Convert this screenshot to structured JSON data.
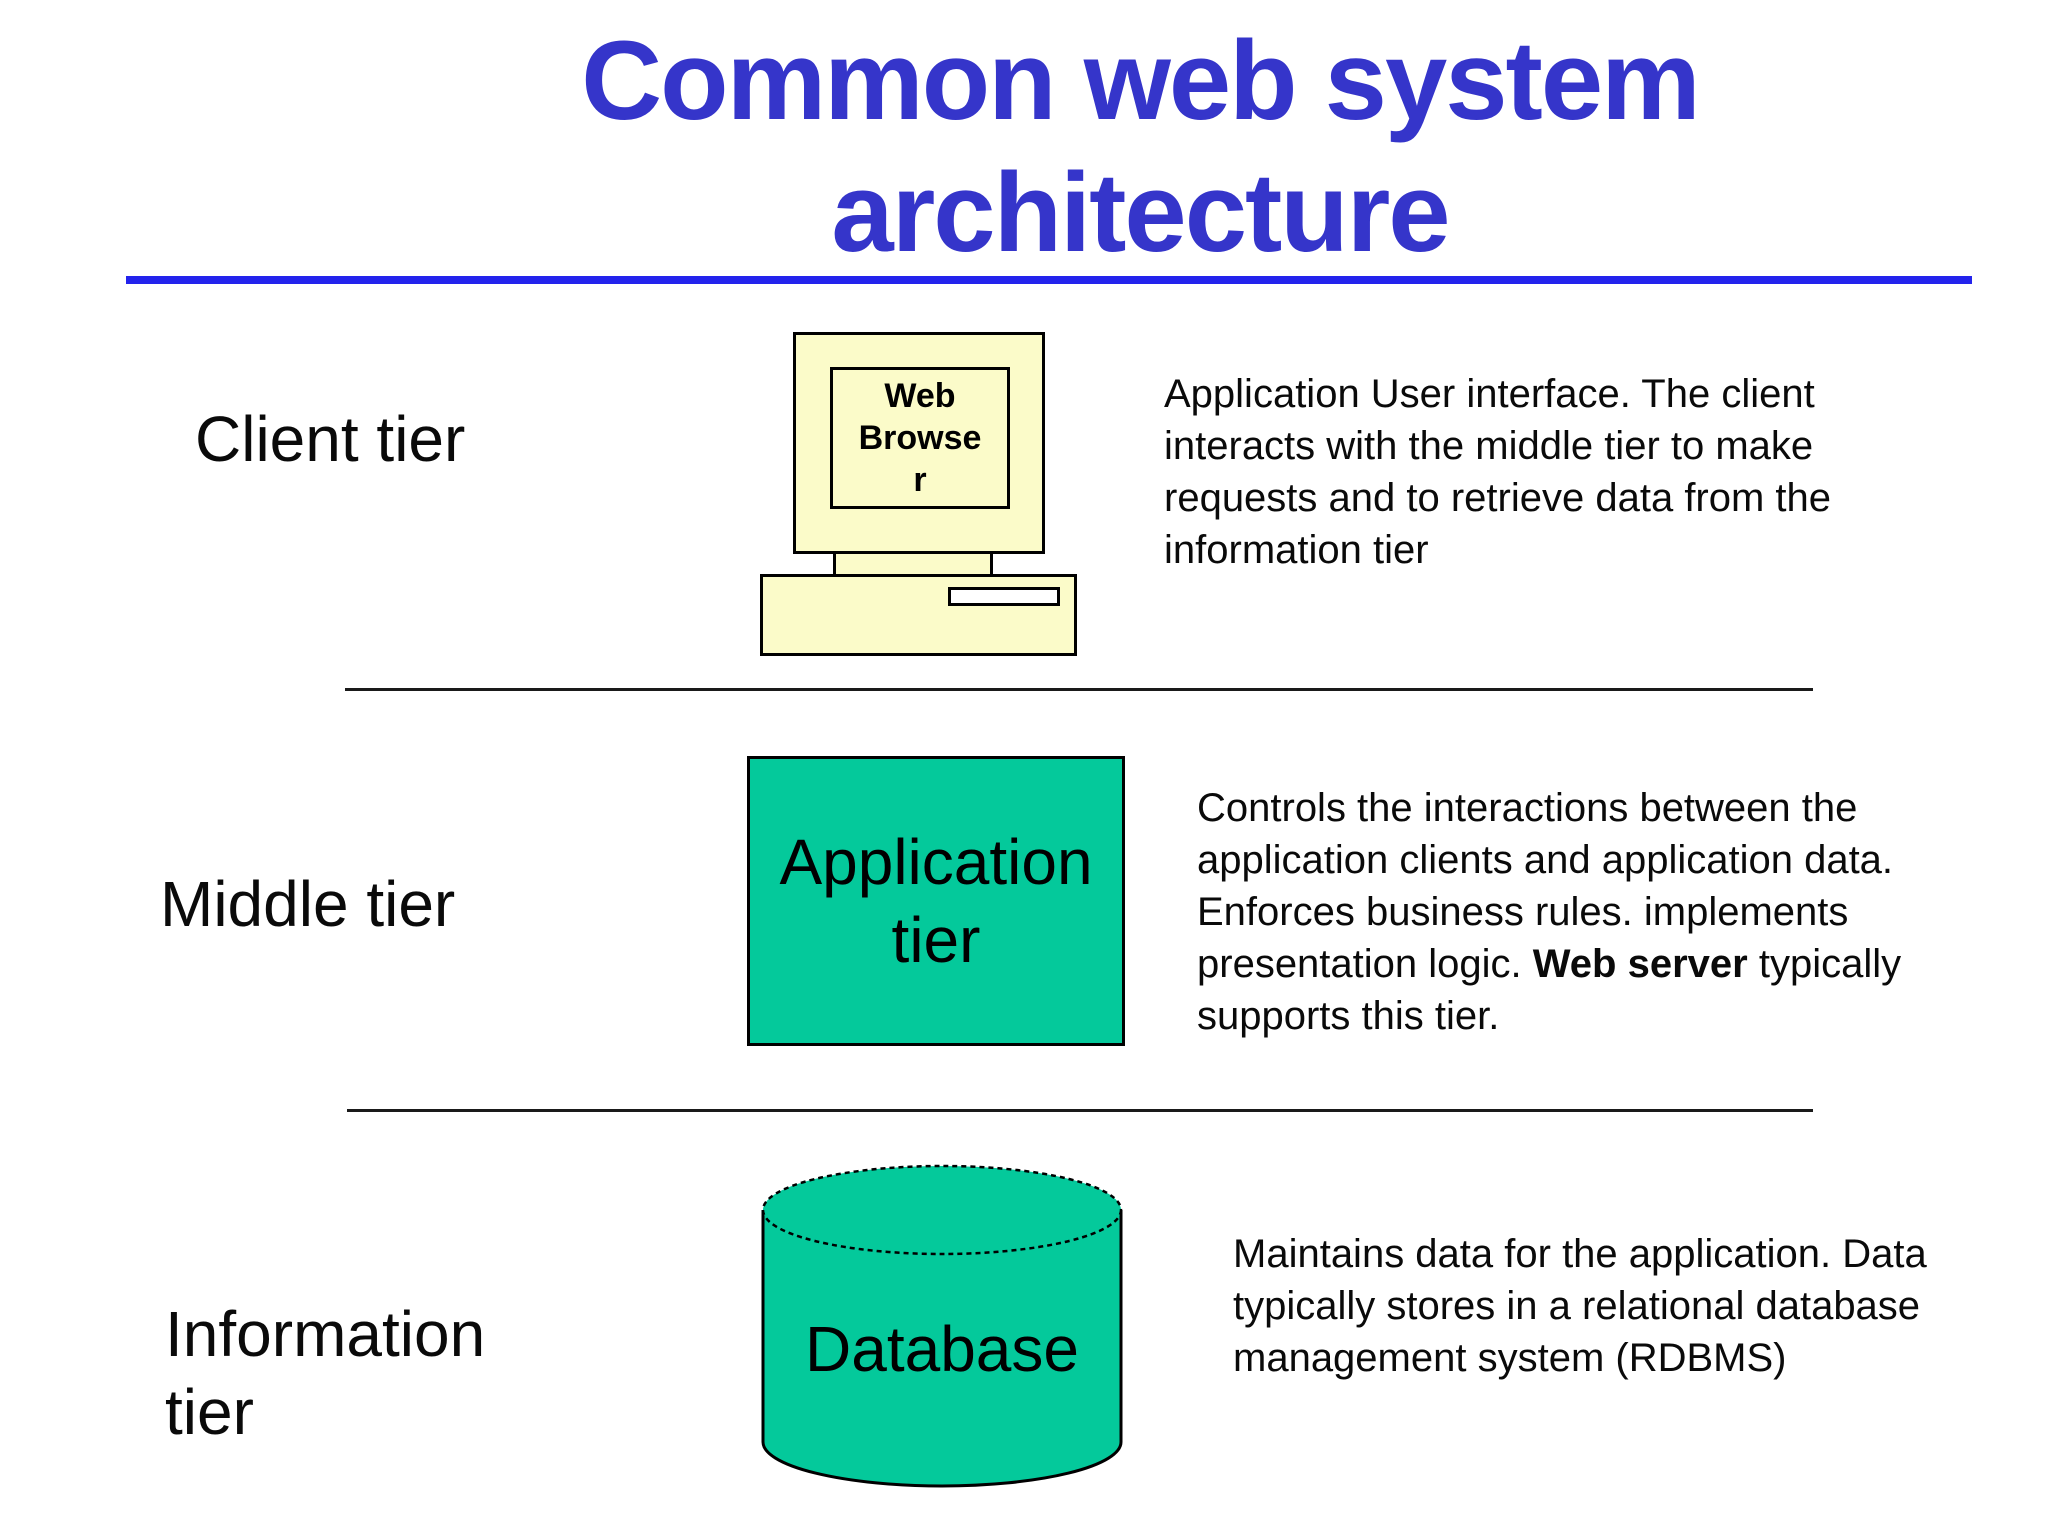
{
  "title": {
    "line1": "Common web system",
    "line2": "architecture"
  },
  "colors": {
    "title_blue": "#3535CA",
    "underline_blue": "#2323EC",
    "tier_green": "#04C99B",
    "device_yellow": "#FBFBC9"
  },
  "client_tier": {
    "label": "Client tier",
    "monitor_lines": [
      "Web",
      "Browse",
      "r"
    ],
    "description": "Application User interface. The client interacts with the middle tier to make requests and to retrieve data from the information tier"
  },
  "middle_tier": {
    "label": "Middle tier",
    "box_label_line1": "Application",
    "box_label_line2": "tier",
    "description_pre": "Controls the interactions between the application clients and application data.  Enforces business rules. implements presentation logic. ",
    "description_bold": "Web server",
    "description_post": " typically supports this tier."
  },
  "information_tier": {
    "label": "Information tier",
    "cylinder_label": "Database",
    "description": "Maintains data for the application. Data typically stores in a relational database management system (RDBMS)"
  }
}
